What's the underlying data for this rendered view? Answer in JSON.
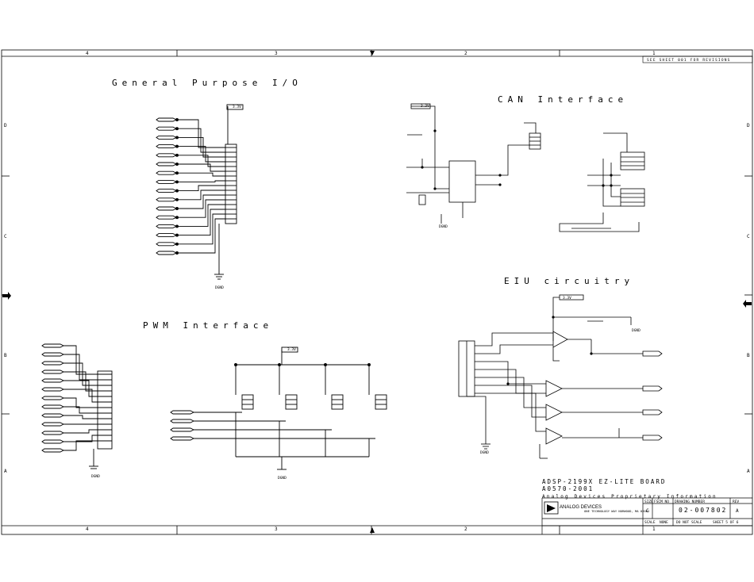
{
  "border": {
    "zones_top": [
      "4",
      "3",
      "2",
      "1"
    ],
    "zones_bottom": [
      "4",
      "3",
      "2",
      "1"
    ],
    "zones_left": [
      "D",
      "C",
      "B",
      "A"
    ],
    "zones_right": [
      "D",
      "C",
      "B",
      "A"
    ],
    "sheet_note": "SEE SHEET 001 FOR REVISIONS"
  },
  "sections": {
    "gpio_title": "General Purpose I/O",
    "can_title": "CAN Interface",
    "pwm_title": "PWM Interface",
    "eiu_title": "EIU circuitry"
  },
  "labels": {
    "power": "3.3V",
    "ground": "DGND"
  },
  "title_block": {
    "board_name": "ADSP-2199X EZ-LITE BOARD",
    "doc_number": "A0570-2001",
    "proprietary": "Analog Devices Proprietary Information",
    "company_logo_text": "ANALOG DEVICES",
    "address": "ONE TECHNOLOGY WAY NORWOOD, MA 02062",
    "size_label": "SIZE",
    "size": "C",
    "fscm_label": "FSCM NO",
    "drawing_number_label": "DRAWING NUMBER",
    "drawing_number": "02-007802",
    "rev_label": "REV",
    "rev": "A",
    "scale_label": "SCALE",
    "scale": "NONE",
    "do_not_scale": "DO NOT SCALE",
    "sheet": "SHEET 5 OF 6"
  }
}
